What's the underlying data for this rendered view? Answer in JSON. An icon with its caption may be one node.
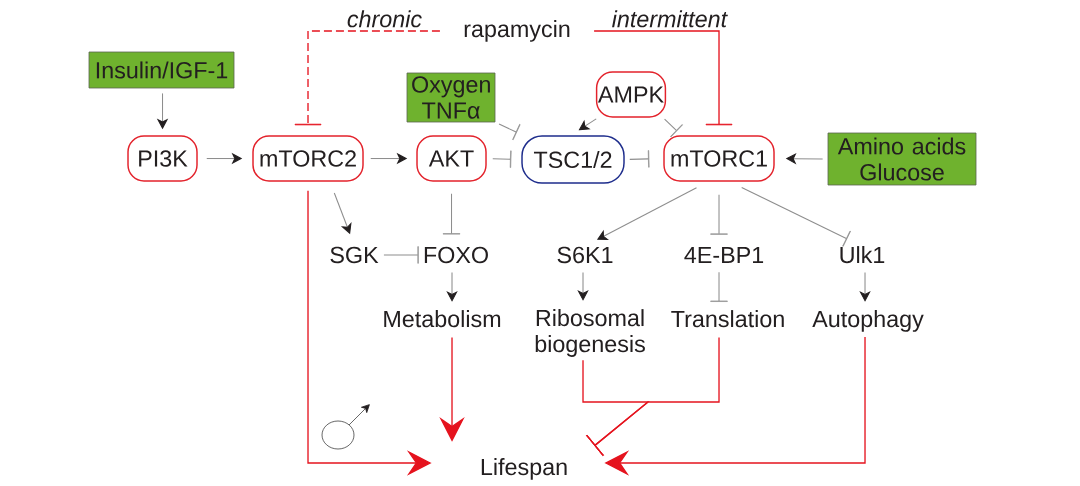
{
  "diagram": {
    "nodes": [
      {
        "text": [
          "rapamycin"
        ]
      },
      {
        "text": [
          "Insulin/IGF-1"
        ]
      },
      {
        "text": [
          "Oxygen TNFα"
        ]
      },
      {
        "text": [
          "AMPK"
        ]
      },
      {
        "text": [
          "PI3K"
        ]
      },
      {
        "text": [
          "mTORC2"
        ]
      },
      {
        "text": [
          "AKT"
        ]
      },
      {
        "text": [
          "TSC1/2"
        ]
      },
      {
        "text": [
          "mTORC1"
        ]
      },
      {
        "text": [
          "Amino acids Glucose"
        ]
      },
      {
        "text": [
          "SGK"
        ]
      },
      {
        "text": [
          "FOXO"
        ]
      },
      {
        "text": [
          "S6K1"
        ]
      },
      {
        "text": [
          "4E-BP1"
        ]
      },
      {
        "text": [
          "Ulk1"
        ]
      },
      {
        "text": [
          "Metabolism"
        ]
      },
      {
        "text": [
          "Ribosomal biogenesis"
        ]
      },
      {
        "text": [
          "Translation"
        ]
      },
      {
        "text": [
          "Autophagy"
        ]
      },
      {
        "text": [
          "Lifespan"
        ]
      }
    ],
    "edges": [
      {
        "from": 0,
        "to": 5,
        "arrow": "other",
        "label": "chronic",
        "style": "dashed",
        "color": "#e5131e"
      },
      {
        "from": 0,
        "to": 8,
        "arrow": "other",
        "label": "intermittent",
        "color": "#e5131e"
      },
      {
        "from": 1,
        "to": 4,
        "arrow": "to"
      },
      {
        "from": 4,
        "to": 5,
        "arrow": "to"
      },
      {
        "from": 5,
        "to": 6,
        "arrow": "to"
      },
      {
        "from": 6,
        "to": 7,
        "arrow": "other"
      },
      {
        "from": 2,
        "to": 7,
        "arrow": "other"
      },
      {
        "from": 3,
        "to": 7,
        "arrow": "to"
      },
      {
        "from": 3,
        "to": 8,
        "arrow": "other"
      },
      {
        "from": 7,
        "to": 8,
        "arrow": "other"
      },
      {
        "from": 9,
        "to": 8,
        "arrow": "to"
      },
      {
        "from": 5,
        "to": 10,
        "arrow": "to"
      },
      {
        "from": 6,
        "to": 11,
        "arrow": "other"
      },
      {
        "from": 10,
        "to": 11,
        "arrow": "other"
      },
      {
        "from": 8,
        "to": 12,
        "arrow": "to"
      },
      {
        "from": 8,
        "to": 13,
        "arrow": "other"
      },
      {
        "from": 8,
        "to": 14,
        "arrow": "other"
      },
      {
        "from": 11,
        "to": 15,
        "arrow": "to"
      },
      {
        "from": 12,
        "to": 16,
        "arrow": "to"
      },
      {
        "from": 13,
        "to": 17,
        "arrow": "other"
      },
      {
        "from": 14,
        "to": 18,
        "arrow": "to"
      },
      {
        "from": 5,
        "to": 19,
        "arrow": "to",
        "color": "#e5131e"
      },
      {
        "from": 15,
        "to": 19,
        "arrow": "to",
        "color": "#e5131e"
      },
      {
        "from": 16,
        "to": 19,
        "arrow": "other",
        "color": "#e5131e"
      },
      {
        "from": 17,
        "to": 19,
        "arrow": "other",
        "color": "#e5131e"
      },
      {
        "from": 18,
        "to": 19,
        "arrow": "to",
        "color": "#e5131e"
      }
    ]
  }
}
